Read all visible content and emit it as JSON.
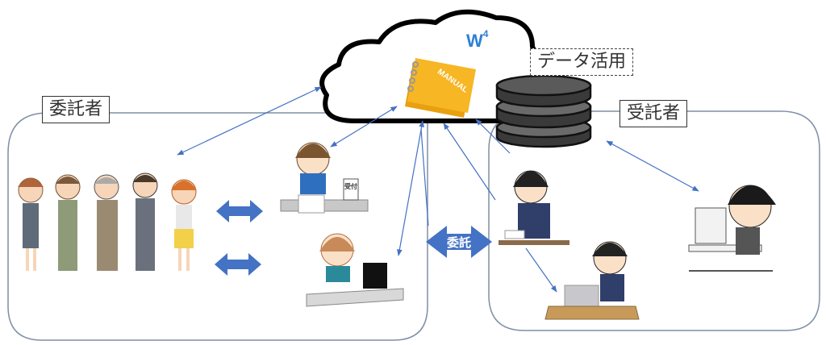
{
  "diagram": {
    "cloud": {
      "title": "W",
      "title_superscript": "4",
      "manual_label": "MANUAL"
    },
    "data_utilization_label": "データ活用",
    "consignor": {
      "label": "委託者",
      "people": [
        "receptionist-woman",
        "businessman-glasses",
        "senior-man",
        "businessman",
        "woman-yellow-skirt"
      ],
      "staff": [
        "reception-desk-worker",
        "computer-operator"
      ],
      "reception_sign": "受付"
    },
    "consignee": {
      "label": "受託者",
      "staff": [
        "telephone-operator",
        "laptop-worker",
        "pc-worker"
      ]
    },
    "consignment_arrow_label": "委託",
    "colors": {
      "arrow": "#4472c4",
      "block_arrow": "#4472c4",
      "box_border": "#7f8fa6",
      "cloud_stroke": "#000000",
      "manual": "#f5b21a",
      "database": "#3a3a3a",
      "w4_text": "#2e7fd6"
    }
  }
}
